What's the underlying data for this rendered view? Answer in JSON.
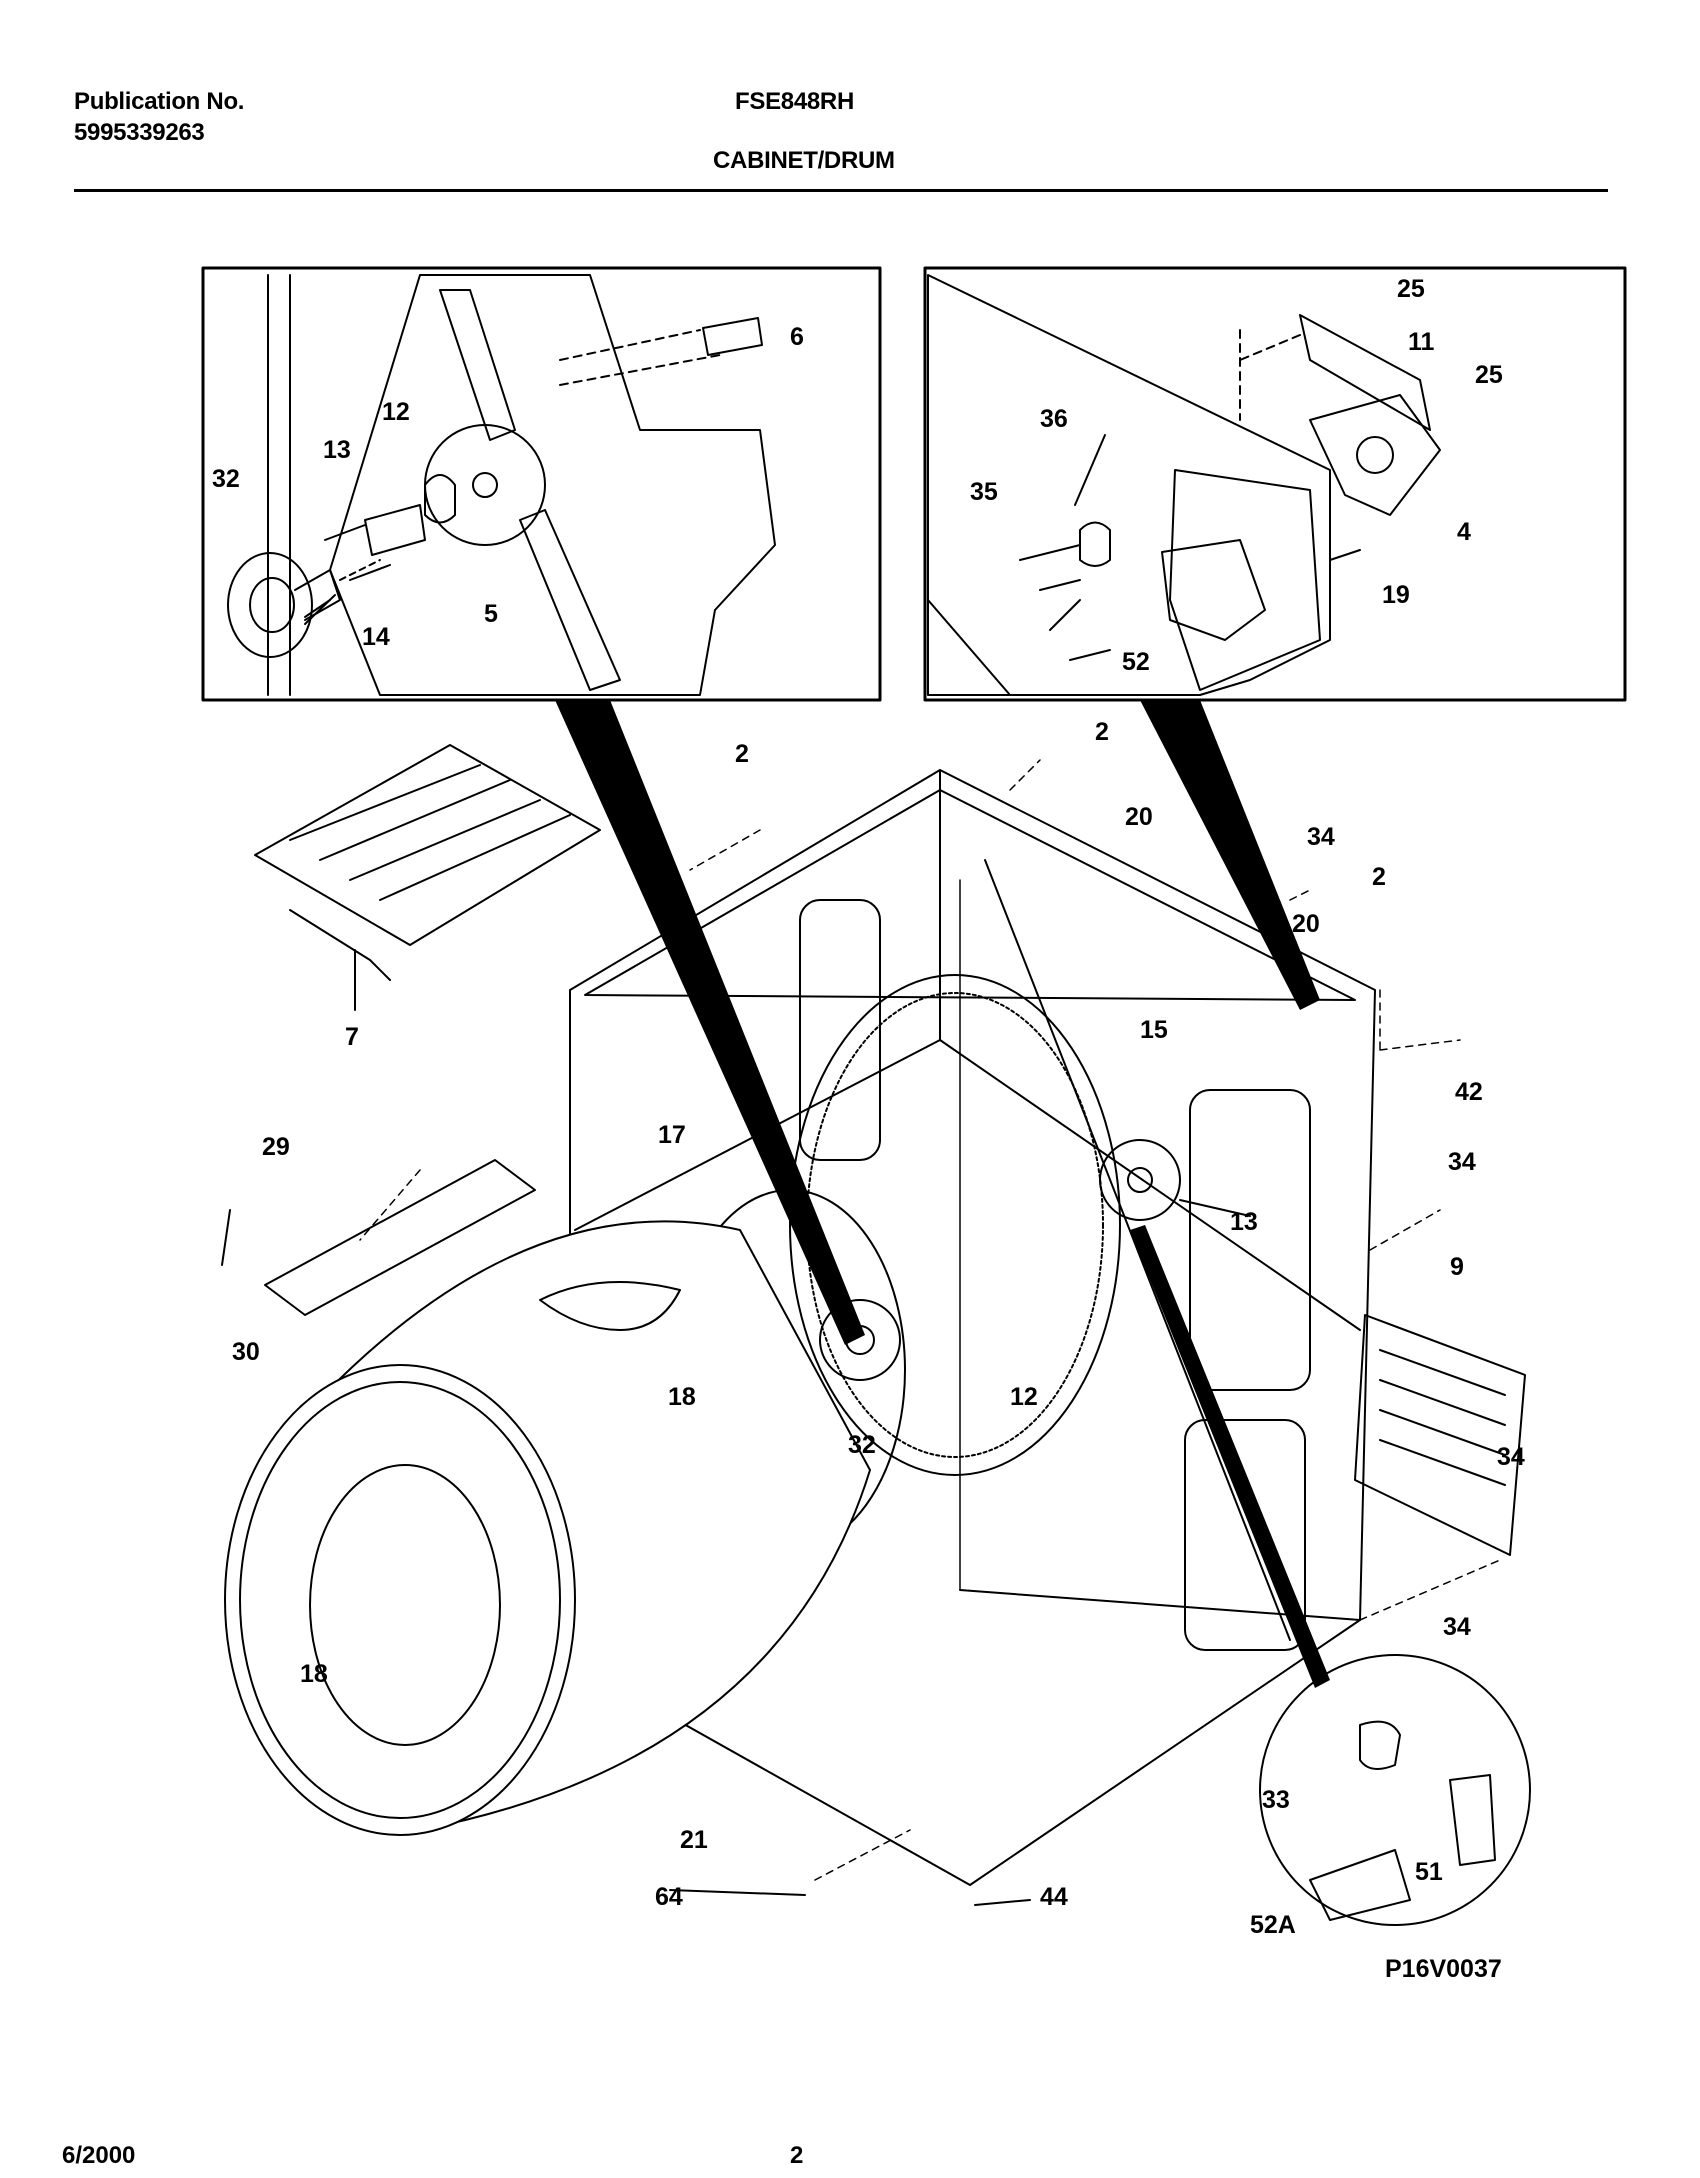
{
  "header": {
    "publication_label": "Publication No.",
    "publication_number": "5995339263",
    "model": "FSE848RH",
    "section_title": "CABINET/DRUM"
  },
  "diagram": {
    "figure_id": "P16V0037",
    "callouts": {
      "c6": "6",
      "c12a": "12",
      "c13a": "13",
      "c32a": "32",
      "c14": "14",
      "c5": "5",
      "c25a": "25",
      "c11": "11",
      "c25b": "25",
      "c36": "36",
      "c35": "35",
      "c4": "4",
      "c19": "19",
      "c52": "52",
      "c2a": "2",
      "c2b": "2",
      "c20a": "20",
      "c34a": "34",
      "c2c": "2",
      "c20b": "20",
      "c7": "7",
      "c15": "15",
      "c42": "42",
      "c29": "29",
      "c17": "17",
      "c34b": "34",
      "c13b": "13",
      "c9": "9",
      "c30": "30",
      "c18a": "18",
      "c12b": "12",
      "c32b": "32",
      "c34c": "34",
      "c18b": "18",
      "c34d": "34",
      "c33": "33",
      "c51": "51",
      "c21": "21",
      "c64": "64",
      "c44": "44",
      "c52a": "52A"
    }
  },
  "footer": {
    "date": "6/2000",
    "page_number": "2"
  }
}
